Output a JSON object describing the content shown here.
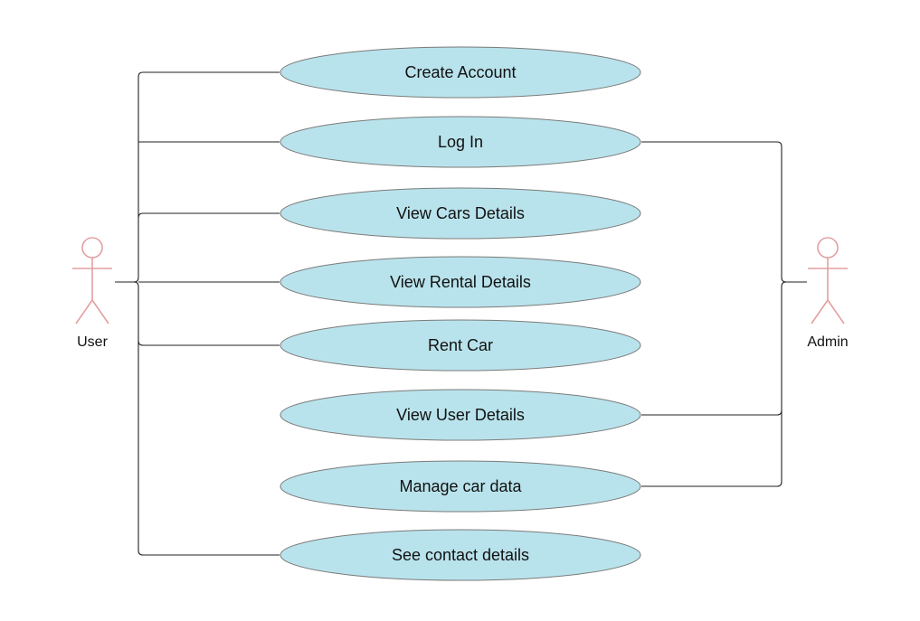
{
  "actors": [
    {
      "id": "user",
      "label": "User"
    },
    {
      "id": "admin",
      "label": "Admin"
    }
  ],
  "use_cases": [
    {
      "id": "create-account",
      "label": "Create Account"
    },
    {
      "id": "log-in",
      "label": "Log In"
    },
    {
      "id": "view-cars-details",
      "label": "View Cars Details"
    },
    {
      "id": "view-rental-details",
      "label": "View Rental Details"
    },
    {
      "id": "rent-car",
      "label": "Rent Car"
    },
    {
      "id": "view-user-details",
      "label": "View User Details"
    },
    {
      "id": "manage-car-data",
      "label": "Manage car data"
    },
    {
      "id": "see-contact-details",
      "label": "See contact details"
    }
  ],
  "associations": [
    {
      "actor": "user",
      "use_case": "create-account"
    },
    {
      "actor": "user",
      "use_case": "log-in"
    },
    {
      "actor": "user",
      "use_case": "view-cars-details"
    },
    {
      "actor": "user",
      "use_case": "view-rental-details"
    },
    {
      "actor": "user",
      "use_case": "rent-car"
    },
    {
      "actor": "user",
      "use_case": "see-contact-details"
    },
    {
      "actor": "admin",
      "use_case": "log-in"
    },
    {
      "actor": "admin",
      "use_case": "view-user-details"
    },
    {
      "actor": "admin",
      "use_case": "manage-car-data"
    }
  ],
  "colors": {
    "use_case_fill": "#b9e3ec",
    "use_case_stroke": "#7a7a7a",
    "actor_stroke": "#e3a0a0",
    "connector": "#222222"
  }
}
